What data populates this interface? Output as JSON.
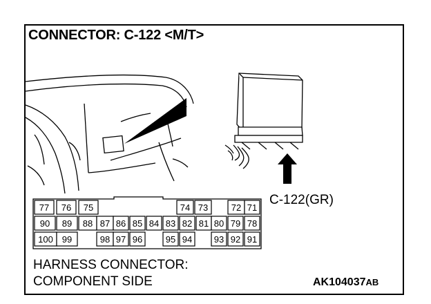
{
  "title": "CONNECTOR: C-122 <M/T>",
  "callout_label": "C-122(GR)",
  "caption": {
    "line1": "HARNESS CONNECTOR:",
    "line2": "COMPONENT SIDE"
  },
  "doc_id": {
    "main": "AK104037",
    "suffix": "AB"
  },
  "connector_pins": {
    "row1": [
      "77",
      "76",
      "75",
      "",
      "74",
      "73",
      "",
      "72",
      "71"
    ],
    "row2": [
      "90",
      "89",
      "88",
      "87",
      "86",
      "85",
      "84",
      "83",
      "82",
      "81",
      "80",
      "79",
      "78"
    ],
    "row3": [
      "100",
      "99",
      "",
      "98",
      "97",
      "96",
      "",
      "95",
      "94",
      "",
      "93",
      "92",
      "91"
    ]
  }
}
